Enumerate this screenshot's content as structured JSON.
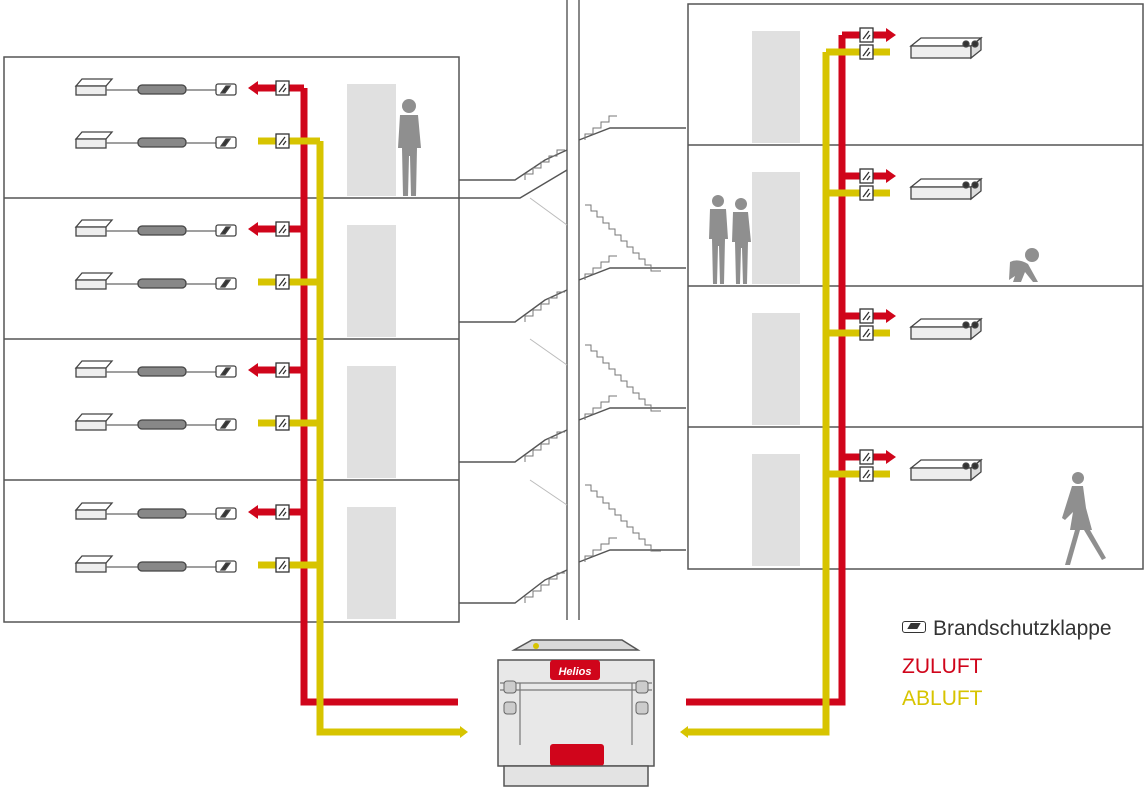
{
  "colors": {
    "supply": "#d0051b",
    "exhaust": "#d7c400",
    "wall": "#555555",
    "door": "#e0e0e0",
    "person": "#8f8f8f",
    "unit": "#e8e8e8"
  },
  "unit_logo": "Helios",
  "legend": {
    "fire_damper_icon": "fire-damper-icon",
    "fire_damper": "Brandschutzklappe",
    "supply": "ZULUFT",
    "exhaust": "ABLUFT"
  }
}
